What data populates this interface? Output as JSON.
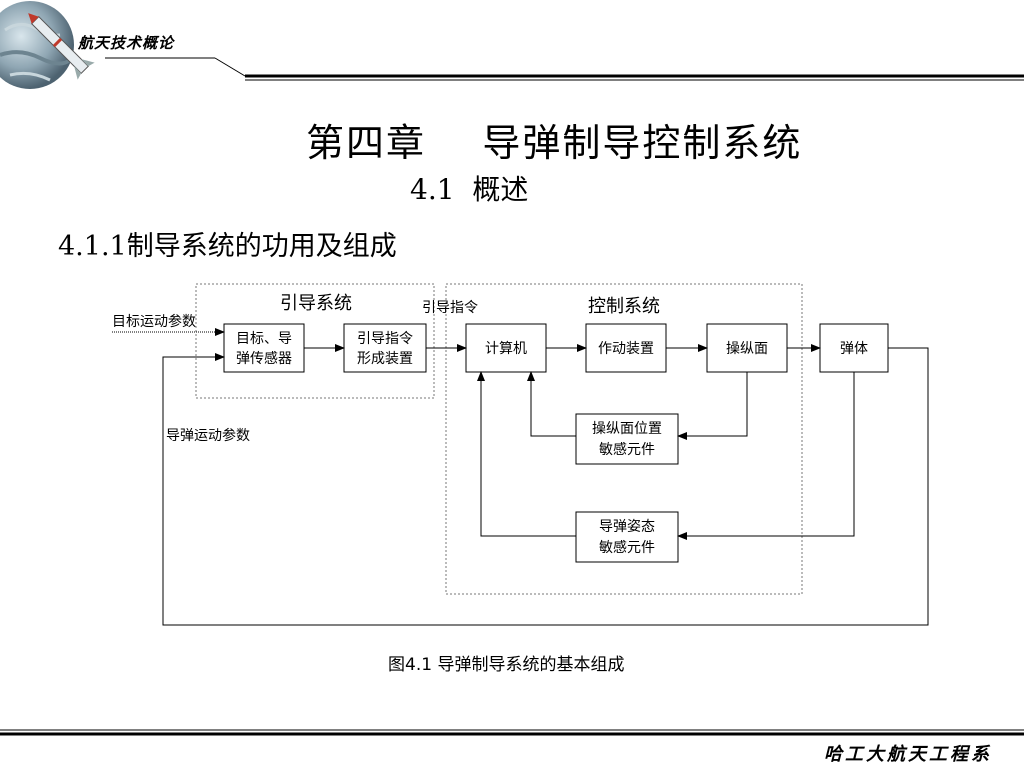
{
  "header": {
    "course_title": "航天技术概论"
  },
  "slide": {
    "chapter_title": "第四章    导弹制导控制系统",
    "section_title": "4.1  概述",
    "subsection_title": "4.1.1制导系统的功用及组成"
  },
  "diagram": {
    "group_guidance": "引导系统",
    "group_control": "控制系统",
    "label_target_params": "目标运动参数",
    "label_guidance_command": "引导指令",
    "label_missile_params": "导弹运动参数",
    "box_sensor_line1": "目标、导",
    "box_sensor_line2": "弹传感器",
    "box_command_line1": "引导指令",
    "box_command_line2": "形成装置",
    "box_computer": "计算机",
    "box_actuator": "作动装置",
    "box_control_surface": "操纵面",
    "box_missile_body": "弹体",
    "box_surface_sensor_line1": "操纵面位置",
    "box_surface_sensor_line2": "敏感元件",
    "box_attitude_sensor_line1": "导弹姿态",
    "box_attitude_sensor_line2": "敏感元件",
    "caption": "图4.1 导弹制导系统的基本组成"
  },
  "footer": {
    "institution": "哈工大航天工程系"
  }
}
